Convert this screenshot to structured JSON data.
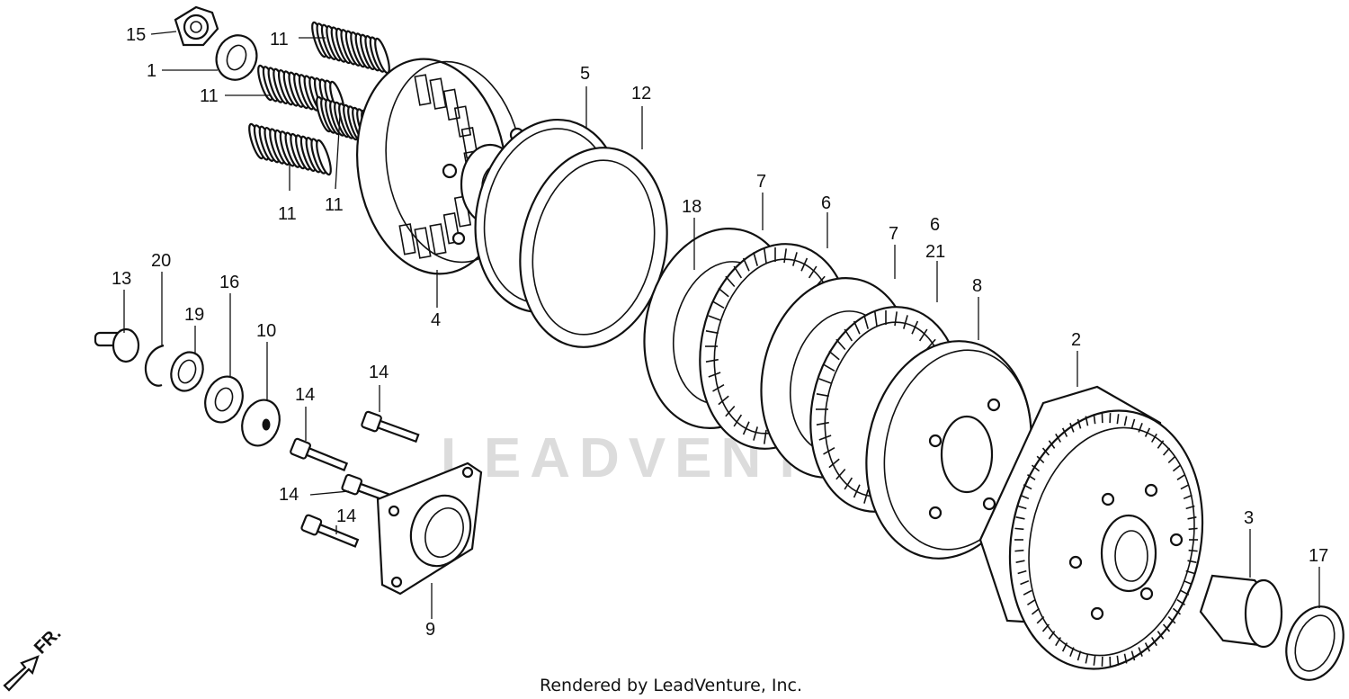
{
  "diagram": {
    "watermark": "LEADVENTURE",
    "credit": "Rendered by LeadVenture, Inc.",
    "front_marker": "FR.",
    "callouts": [
      {
        "id": "c15",
        "label": "15"
      },
      {
        "id": "c1",
        "label": "1"
      },
      {
        "id": "c11a",
        "label": "11"
      },
      {
        "id": "c11b",
        "label": "11"
      },
      {
        "id": "c11c",
        "label": "11"
      },
      {
        "id": "c11d",
        "label": "11"
      },
      {
        "id": "c5",
        "label": "5"
      },
      {
        "id": "c12",
        "label": "12"
      },
      {
        "id": "c4",
        "label": "4"
      },
      {
        "id": "c18",
        "label": "18"
      },
      {
        "id": "c7a",
        "label": "7"
      },
      {
        "id": "c6a",
        "label": "6"
      },
      {
        "id": "c7b",
        "label": "7"
      },
      {
        "id": "c6b",
        "label": "6"
      },
      {
        "id": "c21",
        "label": "21"
      },
      {
        "id": "c8",
        "label": "8"
      },
      {
        "id": "c2",
        "label": "2"
      },
      {
        "id": "c13",
        "label": "13"
      },
      {
        "id": "c20",
        "label": "20"
      },
      {
        "id": "c19",
        "label": "19"
      },
      {
        "id": "c16",
        "label": "16"
      },
      {
        "id": "c10",
        "label": "10"
      },
      {
        "id": "c14a",
        "label": "14"
      },
      {
        "id": "c14b",
        "label": "14"
      },
      {
        "id": "c14c",
        "label": "14"
      },
      {
        "id": "c14d",
        "label": "14"
      },
      {
        "id": "c9",
        "label": "9"
      },
      {
        "id": "c3",
        "label": "3"
      },
      {
        "id": "c17",
        "label": "17"
      }
    ]
  }
}
